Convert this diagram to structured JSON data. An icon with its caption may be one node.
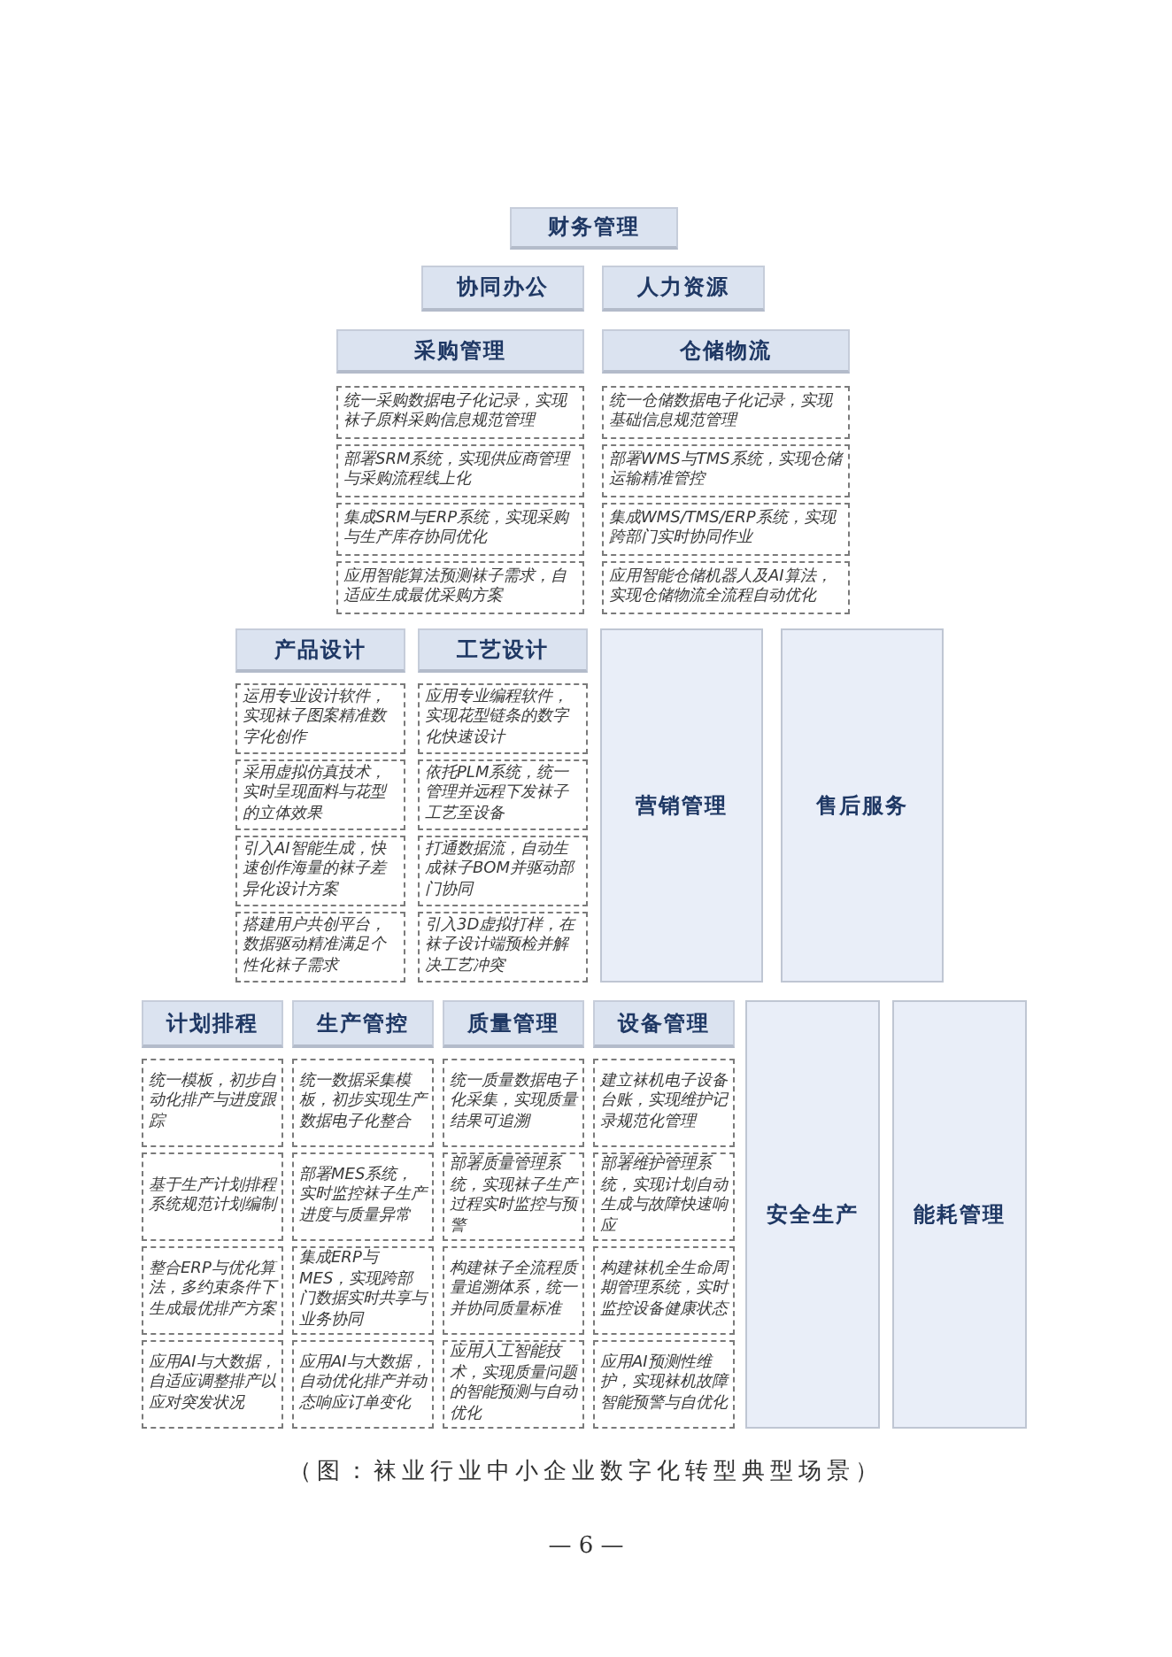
{
  "diagram": {
    "caption": "（图：袜业行业中小企业数字化转型典型场景）",
    "nodes": [
      {
        "text": [
          "财务管理"
        ]
      },
      {
        "text": [
          "协同办公"
        ]
      },
      {
        "text": [
          "人力资源"
        ]
      },
      {
        "text": [
          "采购管理"
        ]
      },
      {
        "text": [
          "统一采购数据电子化记录，实现袜子原料采购信息规范管理"
        ]
      },
      {
        "text": [
          "部署SRM系统，实现供应商管理与采购流程线上化"
        ]
      },
      {
        "text": [
          "集成SRM与ERP系统，实现采购与生产库存协同优化"
        ]
      },
      {
        "text": [
          "应用智能算法预测袜子需求，自适应生成最优采购方案"
        ]
      },
      {
        "text": [
          "仓储物流"
        ]
      },
      {
        "text": [
          "统一仓储数据电子化记录，实现基础信息规范管理"
        ]
      },
      {
        "text": [
          "部署WMS与TMS系统，实现仓储运输精准管控"
        ]
      },
      {
        "text": [
          "集成WMS/TMS/ERP系统，实现跨部门实时协同作业"
        ]
      },
      {
        "text": [
          "应用智能仓储机器人及AI算法，实现仓储物流全流程自动优化"
        ]
      },
      {
        "text": [
          "产品设计"
        ]
      },
      {
        "text": [
          "运用专业设计软件，实现袜子图案精准数字化创作"
        ]
      },
      {
        "text": [
          "采用虚拟仿真技术，实时呈现面料与花型的立体效果"
        ]
      },
      {
        "text": [
          "引入AI智能生成，快速创作海量的袜子差异化设计方案"
        ]
      },
      {
        "text": [
          "搭建用户共创平台，数据驱动精准满足个性化袜子需求"
        ]
      },
      {
        "text": [
          "工艺设计"
        ]
      },
      {
        "text": [
          "应用专业编程软件，实现花型链条的数字化快速设计"
        ]
      },
      {
        "text": [
          "依托PLM系统，统一管理并远程下发袜子工艺至设备"
        ]
      },
      {
        "text": [
          "打通数据流，自动生成袜子BOM并驱动部门协同"
        ]
      },
      {
        "text": [
          "引入3D虚拟打样，在袜子设计端预检并解决工艺冲突"
        ]
      },
      {
        "text": [
          "营销管理"
        ]
      },
      {
        "text": [
          "售后服务"
        ]
      },
      {
        "text": [
          "计划排程"
        ]
      },
      {
        "text": [
          "统一模板，初步自动化排产与进度跟踪"
        ]
      },
      {
        "text": [
          "基于生产计划排程系统规范计划编制"
        ]
      },
      {
        "text": [
          "整合ERP与优化算法，多约束条件下生成最优排产方案"
        ]
      },
      {
        "text": [
          "应用AI与大数据，自适应调整排产以应对突发状况"
        ]
      },
      {
        "text": [
          "生产管控"
        ]
      },
      {
        "text": [
          "统一数据采集模板，初步实现生产数据电子化整合"
        ]
      },
      {
        "text": [
          "部署MES系统，实时监控袜子生产进度与质量异常"
        ]
      },
      {
        "text": [
          "集成ERP与MES，实现跨部门数据实时共享与业务协同"
        ]
      },
      {
        "text": [
          "应用AI与大数据，自动优化排产并动态响应订单变化"
        ]
      },
      {
        "text": [
          "质量管理"
        ]
      },
      {
        "text": [
          "统一质量数据电子化采集，实现质量结果可追溯"
        ]
      },
      {
        "text": [
          "部署质量管理系统，实现袜子生产过程实时监控与预警"
        ]
      },
      {
        "text": [
          "构建袜子全流程质量追溯体系，统一并协同质量标准"
        ]
      },
      {
        "text": [
          "应用人工智能技术，实现质量问题的智能预测与自动优化"
        ]
      },
      {
        "text": [
          "设备管理"
        ]
      },
      {
        "text": [
          "建立袜机电子设备台账，实现维护记录规范化管理"
        ]
      },
      {
        "text": [
          "部署维护管理系统，实现计划自动生成与故障快速响应"
        ]
      },
      {
        "text": [
          "构建袜机全生命周期管理系统，实时监控设备健康状态"
        ]
      },
      {
        "text": [
          "应用AI预测性维护，实现袜机故障智能预警与自优化"
        ]
      },
      {
        "text": [
          "安全生产"
        ]
      },
      {
        "text": [
          "能耗管理"
        ]
      }
    ],
    "labels": [
      "— 6 —"
    ]
  }
}
